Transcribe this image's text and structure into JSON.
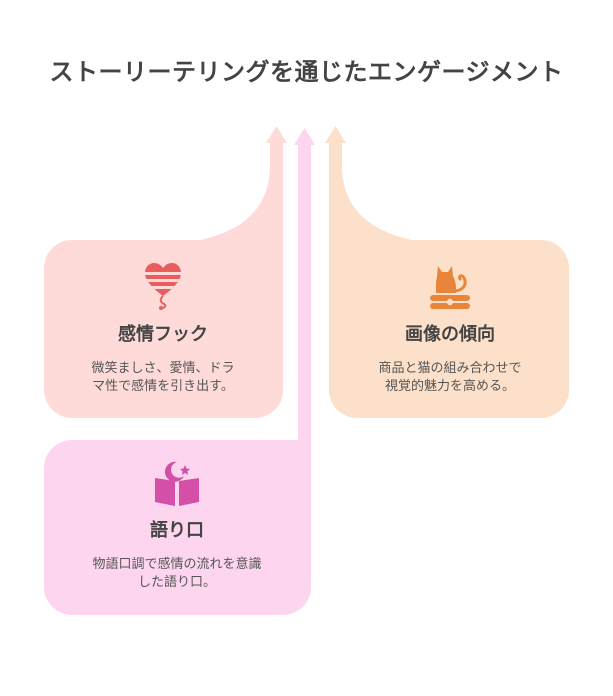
{
  "title": "ストーリーテリングを通じたエンゲージメント",
  "cards": {
    "emotional_hook": {
      "title": "感情フック",
      "description": "微笑ましさ、愛情、ドラ\nマ性で感情を引き出す。",
      "icon": "heart-balloon-icon",
      "color": "#fedbd9",
      "icon_color": "#e85e5e"
    },
    "image_trend": {
      "title": "画像の傾向",
      "description": "商品と猫の組み合わせで\n視覚的魅力を高める。",
      "icon": "cat-on-cushion-icon",
      "color": "#fde0c9",
      "icon_color": "#e8853a"
    },
    "narrative": {
      "title": "語り口",
      "description": "物語口調で感情の流れを意識\nした語り口。",
      "icon": "star-moon-book-icon",
      "color": "#fdd5ef",
      "icon_color": "#d44fa8"
    }
  }
}
